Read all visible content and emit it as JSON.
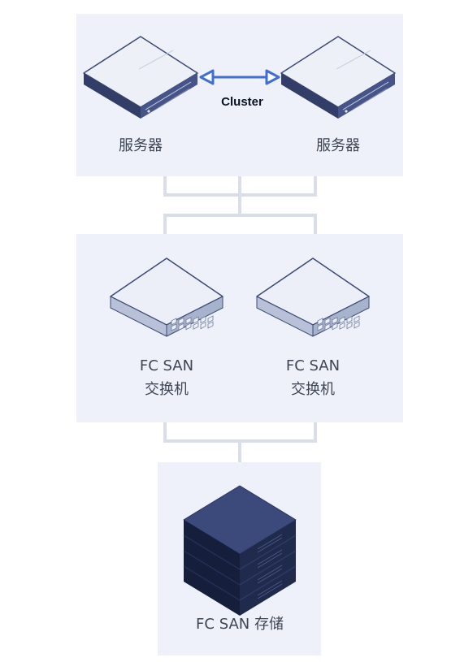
{
  "servers": {
    "left_label": "服务器",
    "right_label": "服务器",
    "cluster_label": "Cluster"
  },
  "switches": {
    "left_label_line1": "FC SAN",
    "left_label_line2": "交换机",
    "right_label_line1": "FC SAN",
    "right_label_line2": "交换机"
  },
  "storage": {
    "label": "FC SAN 存储"
  },
  "colors": {
    "panel_bg": "#eef1f9",
    "connector": "#d9dee9",
    "server_front": "#3d4a78",
    "server_top": "#eef0f7",
    "cluster_arrow": "#3f6fd1",
    "switch_top": "#eceff7",
    "switch_side": "#a7b2cc",
    "storage_dark": "#1b2545",
    "storage_top": "#3b4a7a",
    "label_text": "#3e4554"
  }
}
